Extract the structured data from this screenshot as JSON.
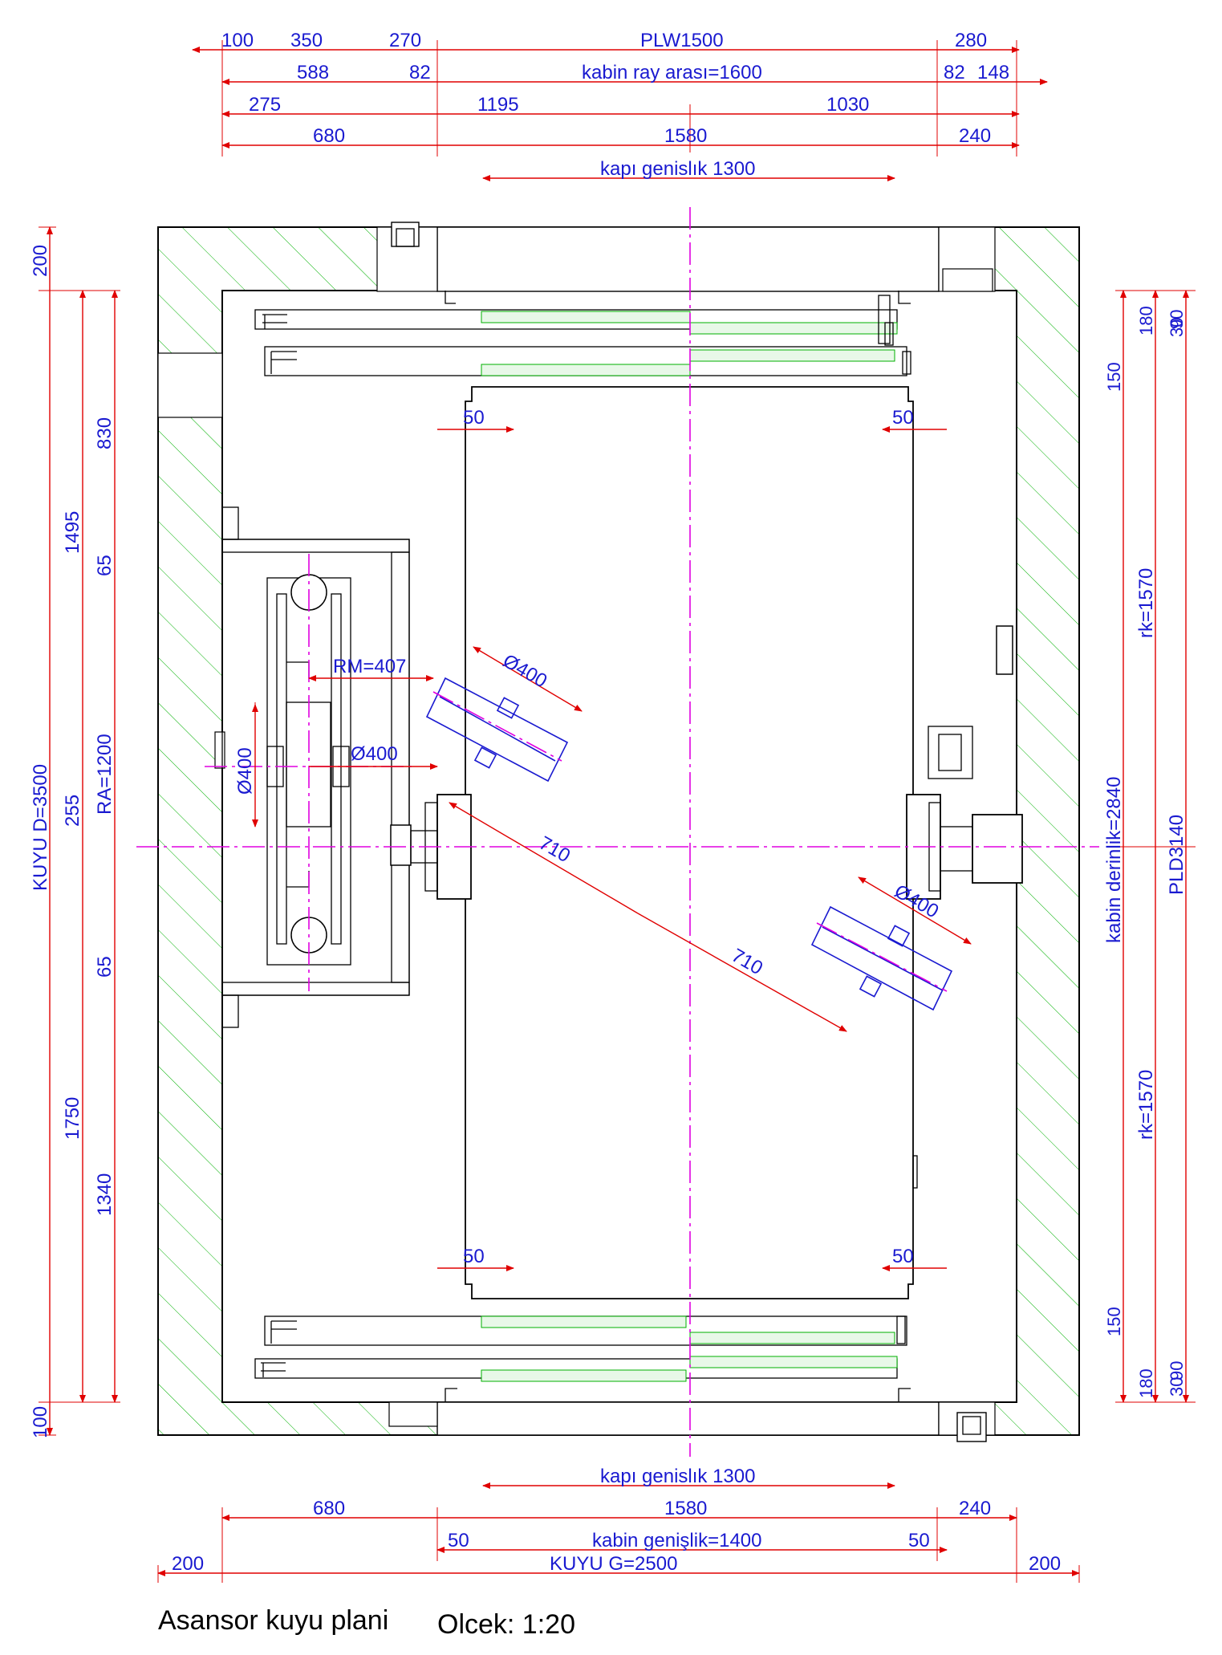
{
  "caption": {
    "title": "Asansor kuyu plani",
    "scale": "Olcek: 1:20"
  },
  "colors": {
    "dimension_line": "#e00000",
    "dimension_text": "#1a1ad0",
    "center_line": "#e000e0",
    "hatch": "#00b000",
    "outline": "#000000"
  },
  "top_dims": {
    "row1": {
      "a": "100",
      "b": "350",
      "c": "270",
      "d": "PLW1500",
      "e": "280"
    },
    "row2": {
      "a": "588",
      "b": "82",
      "c": "kabin  ray arası=1600",
      "d": "82",
      "e": "148"
    },
    "row3": {
      "a": "275",
      "b": "1195",
      "c": "1030"
    },
    "row4": {
      "a": "680",
      "b": "1580",
      "c": "240"
    },
    "door": "kapı genislık 1300"
  },
  "bottom_dims": {
    "door": "kapı genislık 1300",
    "row1": {
      "a": "680",
      "b": "1580",
      "c": "240"
    },
    "row2": {
      "a": "50",
      "b": "kabin genişlik=1400",
      "c": "50"
    },
    "row3": {
      "a": "200",
      "b": "KUYU G=2500",
      "c": "200"
    }
  },
  "left_dims": {
    "total": "KUYU D=3500",
    "top_gap": "200",
    "bottom_gap": "100",
    "d1495": "1495",
    "d1750": "1750",
    "d830": "830",
    "d65a": "65",
    "ra": "RA=1200",
    "d255": "255",
    "d65b": "65",
    "d1340": "1340"
  },
  "right_dims": {
    "d180a": "180",
    "d30a": "30",
    "d90a": "90",
    "d150a": "150",
    "rk1": "rk=1570",
    "kabin_derinlik": "kabin derinlik=2840",
    "pld": "PLD3140",
    "rk2": "rk=1570",
    "d150b": "150",
    "d180b": "180",
    "d90b": "90",
    "d30b": "30"
  },
  "inner_labels": {
    "gap_tl": "50",
    "gap_tr": "50",
    "gap_bl": "50",
    "gap_br": "50",
    "rm": "RM=407",
    "phi_cw": "Ø400",
    "phi_cw_v": "Ø400",
    "phi_pulley1": "Ø400",
    "phi_pulley2": "Ø400",
    "diag1": "710",
    "diag2": "710"
  }
}
